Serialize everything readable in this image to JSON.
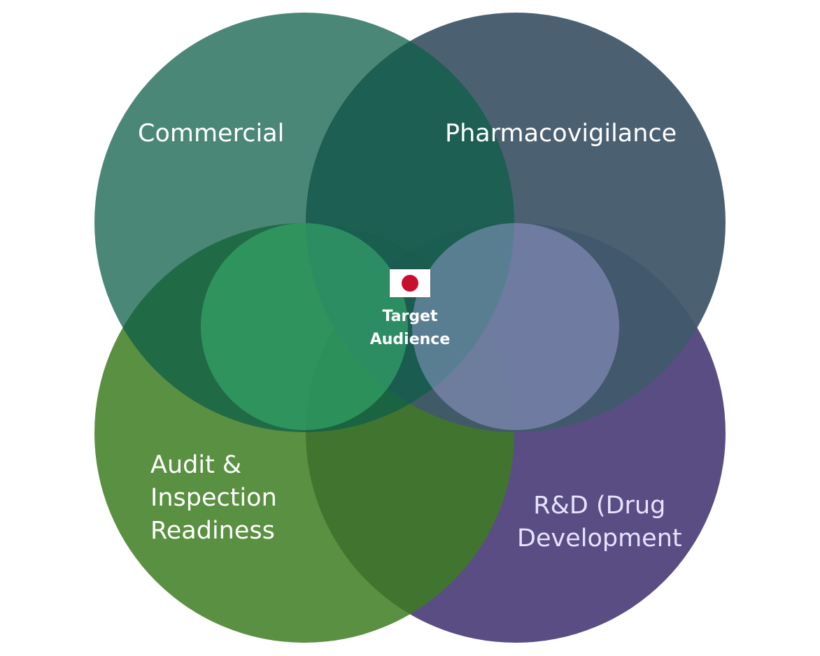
{
  "diagram": {
    "circles": [
      {
        "id": "commercial",
        "label_lines": [
          "Commercial"
        ],
        "color": "#0d5f48"
      },
      {
        "id": "pharmacovigilance",
        "label_lines": [
          "Pharmacovigilance"
        ],
        "color": "#41596a"
      },
      {
        "id": "audit",
        "label_lines": [
          "Audit &",
          "Inspection",
          "Readiness"
        ],
        "color": "#3d7c20"
      },
      {
        "id": "rnd",
        "label_lines": [
          "R&D (Drug",
          "Development"
        ],
        "color": "#4c3e7a"
      }
    ],
    "center": {
      "label_lines": [
        "Target",
        "Audience"
      ],
      "flag": "japan-flag-icon",
      "flag_colors": {
        "field": "#ffffff",
        "sun": "#c8102e"
      }
    },
    "overlays": [
      {
        "name": "left-middle-green",
        "color": "#3cb471"
      },
      {
        "name": "right-middle-lavender",
        "color": "#a7a6e2"
      }
    ]
  }
}
